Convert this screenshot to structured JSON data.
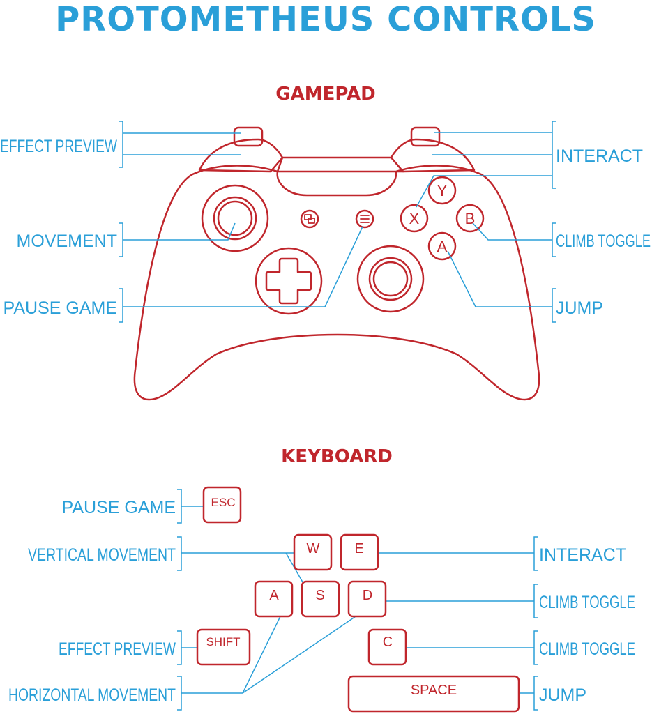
{
  "title": "PROTOMETHEUS CONTROLS",
  "gamepad": {
    "heading": "GAMEPAD",
    "labels": {
      "effect_preview": "EFFECT PREVIEW",
      "movement": "MOVEMENT",
      "pause_game": "PAUSE GAME",
      "interact": "INTERACT",
      "climb_toggle": "CLIMB TOGGLE",
      "jump": "JUMP"
    },
    "buttons": {
      "y": "Y",
      "x": "X",
      "b": "B",
      "a": "A"
    }
  },
  "keyboard": {
    "heading": "KEYBOARD",
    "labels": {
      "pause_game": "PAUSE GAME",
      "vertical_movement": "VERTICAL MOVEMENT",
      "effect_preview": "EFFECT PREVIEW",
      "horizontal_movement": "HORIZONTAL MOVEMENT",
      "interact": "INTERACT",
      "climb_toggle_d": "CLIMB TOGGLE",
      "climb_toggle_c": "CLIMB TOGGLE",
      "jump": "JUMP"
    },
    "keys": {
      "esc": "ESC",
      "w": "W",
      "e": "E",
      "a": "A",
      "s": "S",
      "d": "D",
      "shift": "SHIFT",
      "c": "C",
      "space": "SPACE"
    }
  },
  "colors": {
    "label_blue": "#2a9fd8",
    "controller_red": "#c0262c"
  }
}
